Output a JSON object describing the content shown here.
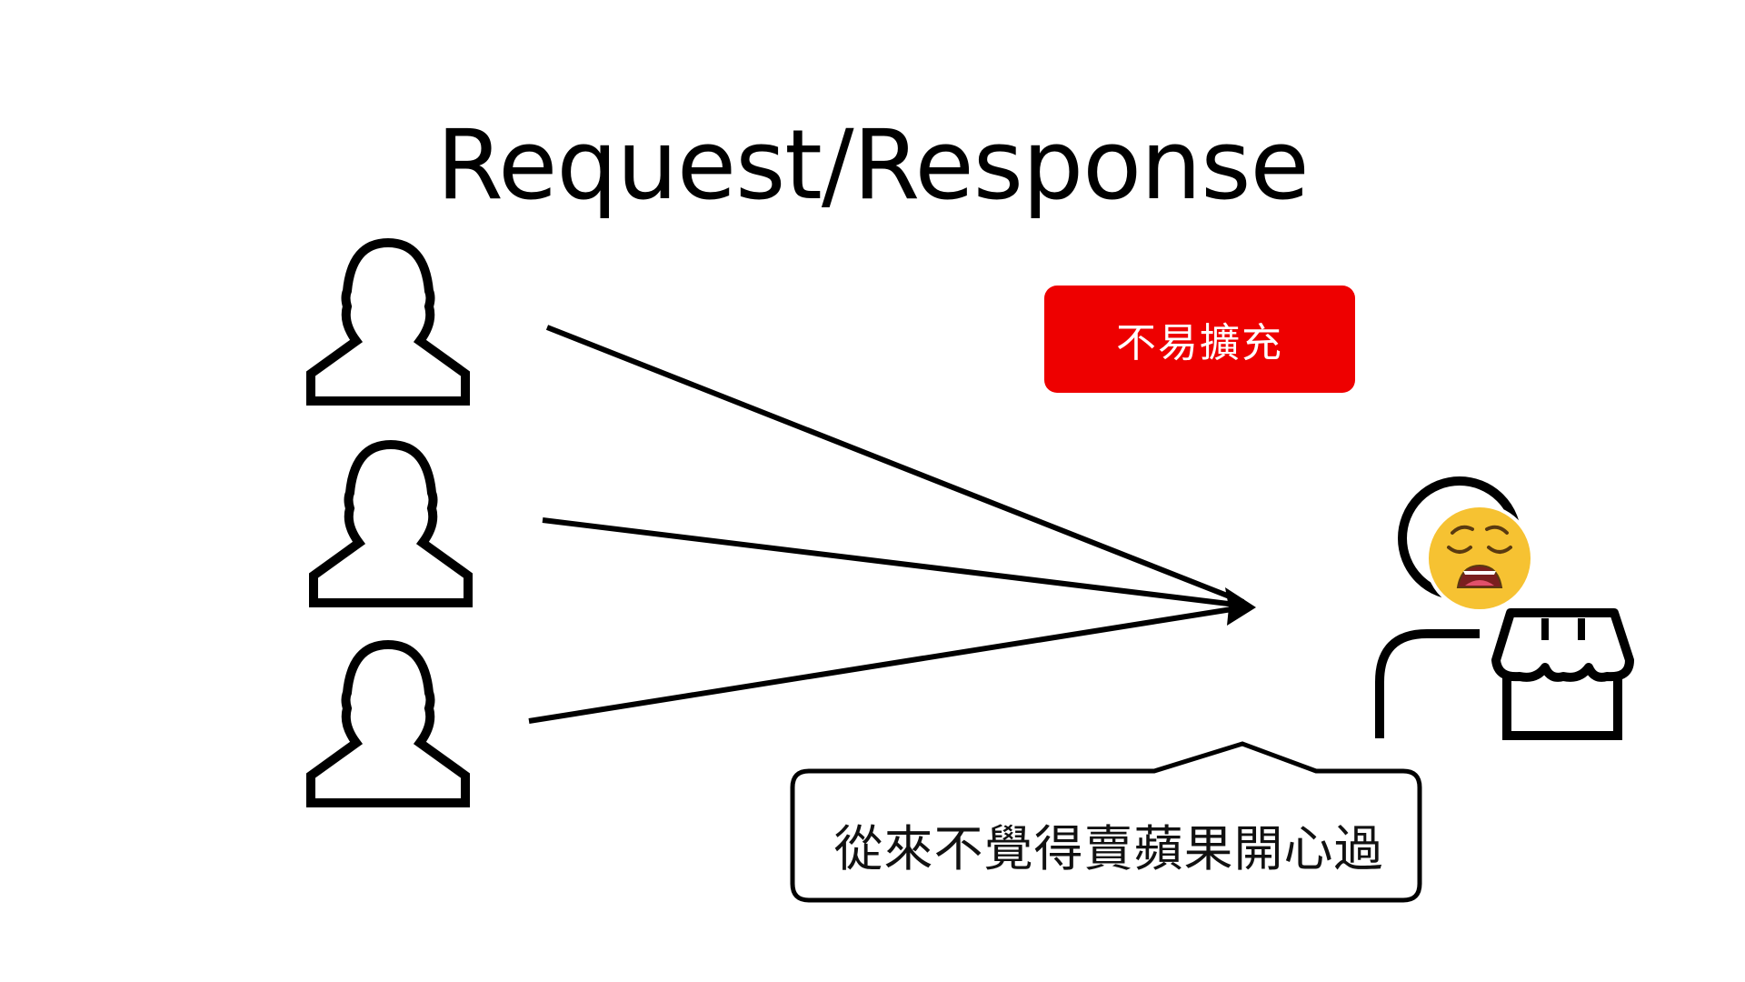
{
  "slide": {
    "title": "Request/Response",
    "badge_label": "不易擴充",
    "speech_bubble_text": "從來不覺得賣蘋果開心過"
  },
  "diagram": {
    "clients": [
      {
        "name": "client-1",
        "icon": "user-icon"
      },
      {
        "name": "client-2",
        "icon": "user-icon"
      },
      {
        "name": "client-3",
        "icon": "user-icon"
      }
    ],
    "server": {
      "icon": "shopkeeper-icon",
      "emotion": "weary-face-icon",
      "store": "storefront-icon"
    },
    "arrows": [
      "client-1 → server",
      "client-2 → server",
      "client-3 → server"
    ]
  },
  "colors": {
    "badge_background": "#ee0000",
    "badge_text": "#ffffff",
    "stroke": "#000000",
    "emoji_face": "#f6c232",
    "emoji_mouth": "#7a1f1f",
    "background": "#ffffff"
  }
}
